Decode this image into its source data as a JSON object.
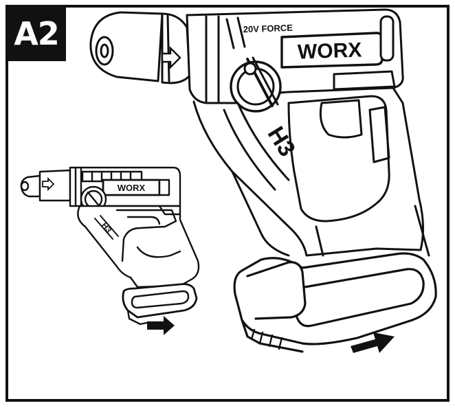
{
  "figure": {
    "step_label": "A2",
    "brand": "WORX",
    "model": "H3",
    "series": "20V FORCE"
  },
  "icons": {
    "direction_arrows": "right-arrow",
    "chuck_arrow": "outline-right-arrow"
  },
  "colors": {
    "line": "#111111",
    "background": "#ffffff",
    "badge": "#111111"
  }
}
